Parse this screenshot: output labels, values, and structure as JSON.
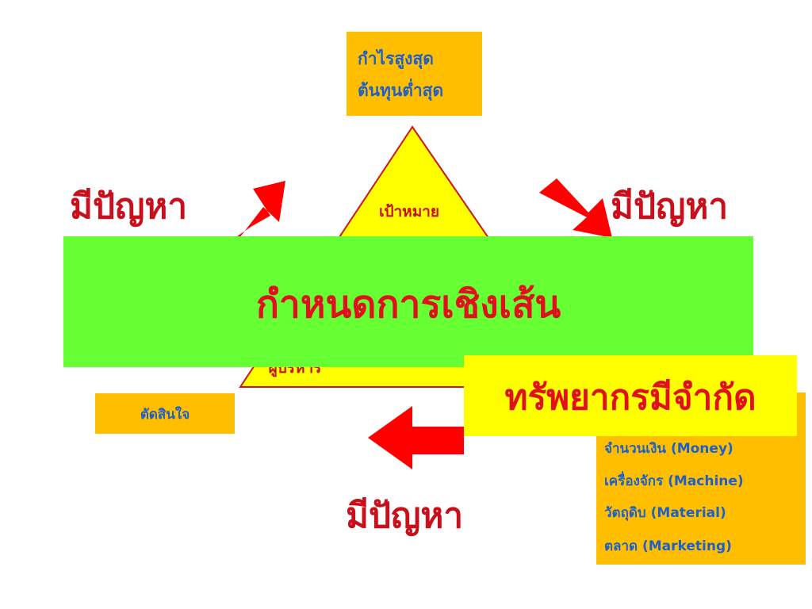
{
  "goal_box": {
    "line1": "กำไรสูงสุด",
    "line2": "ต้นทุนต่ำสุด"
  },
  "triangle": {
    "top_label": "เป้าหมาย",
    "bottom_label": "ผู้บริหาร"
  },
  "problems": {
    "top_left": "มีปัญหา",
    "top_right": "มีปัญหา",
    "bottom": "มีปัญหา"
  },
  "banner": {
    "title": "กำหนดการเชิงเส้น"
  },
  "resource_limit": {
    "title": "ทรัพยากรมีจำกัด"
  },
  "resources": {
    "items": [
      "จำนวนเงิน (Money)",
      "เครื่องจักร (Machine)",
      "วัตถุดิบ (Material)",
      "ตลาด (Marketing)"
    ]
  },
  "decision": {
    "label": "ตัดสินใจ"
  },
  "colors": {
    "orange": "#ffbf00",
    "green": "#66ff33",
    "yellow": "#ffff00",
    "red_text": "#c8101c",
    "blue_text": "#1e5fc8",
    "arrow_red": "#ff0000"
  }
}
